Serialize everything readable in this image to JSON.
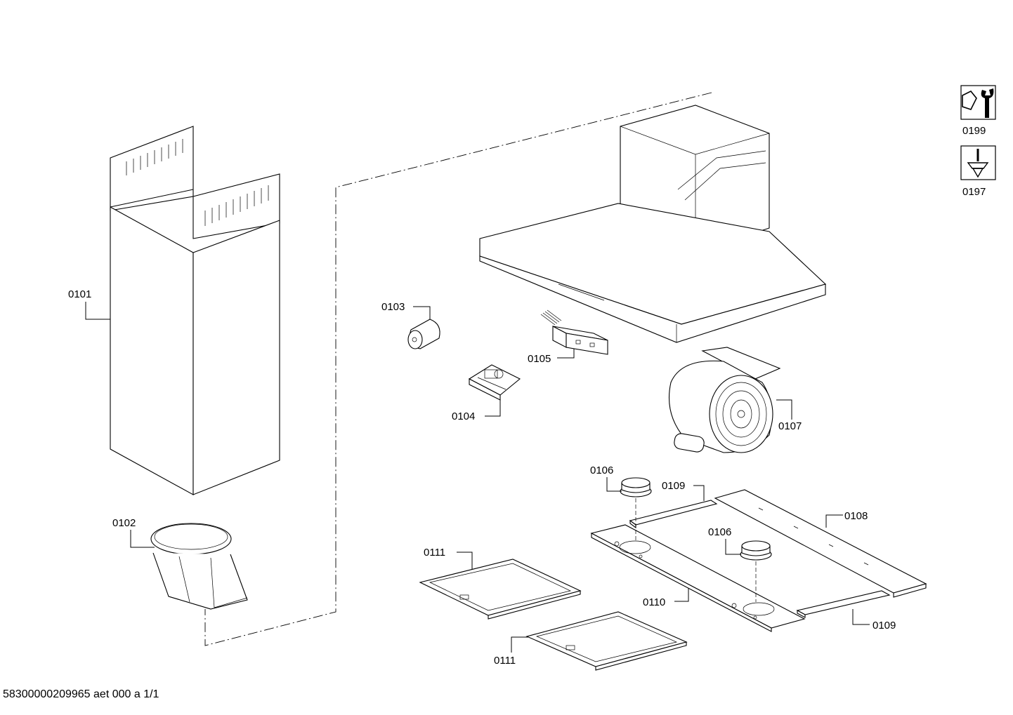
{
  "labels": {
    "p0101": "0101",
    "p0102": "0102",
    "p0103": "0103",
    "p0104": "0104",
    "p0105": "0105",
    "p0106a": "0106",
    "p0106b": "0106",
    "p0107": "0107",
    "p0108": "0108",
    "p0109a": "0109",
    "p0109b": "0109",
    "p0110": "0110",
    "p0111a": "0111",
    "p0111b": "0111",
    "p0199": "0199",
    "p0197": "0197"
  },
  "icons": {
    "p0199": "wrench-nut-icon",
    "p0197": "screw-icon"
  },
  "footer": "58300000209965 aet 000 a 1/1"
}
